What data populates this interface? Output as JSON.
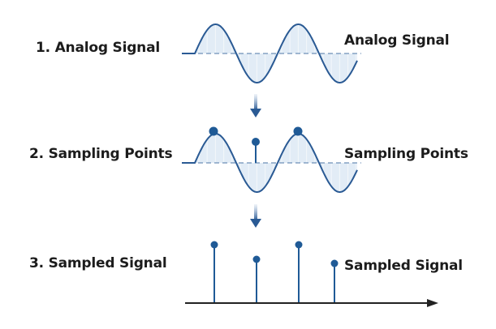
{
  "steps": [
    {
      "left_label": "1. Analog Signal",
      "right_label": "Analog Signal"
    },
    {
      "left_label": "2. Sampling Points",
      "right_label": "Sampling Points"
    },
    {
      "left_label": "3. Sampled Signal",
      "right_label": "Sampled Signal"
    }
  ],
  "colors": {
    "wave": "#2a5a94",
    "fill": "#cfe0f0",
    "dot": "#1f5a96",
    "axis": "#222222"
  },
  "samples": [
    1.0,
    0.75,
    1.0,
    0.68
  ]
}
